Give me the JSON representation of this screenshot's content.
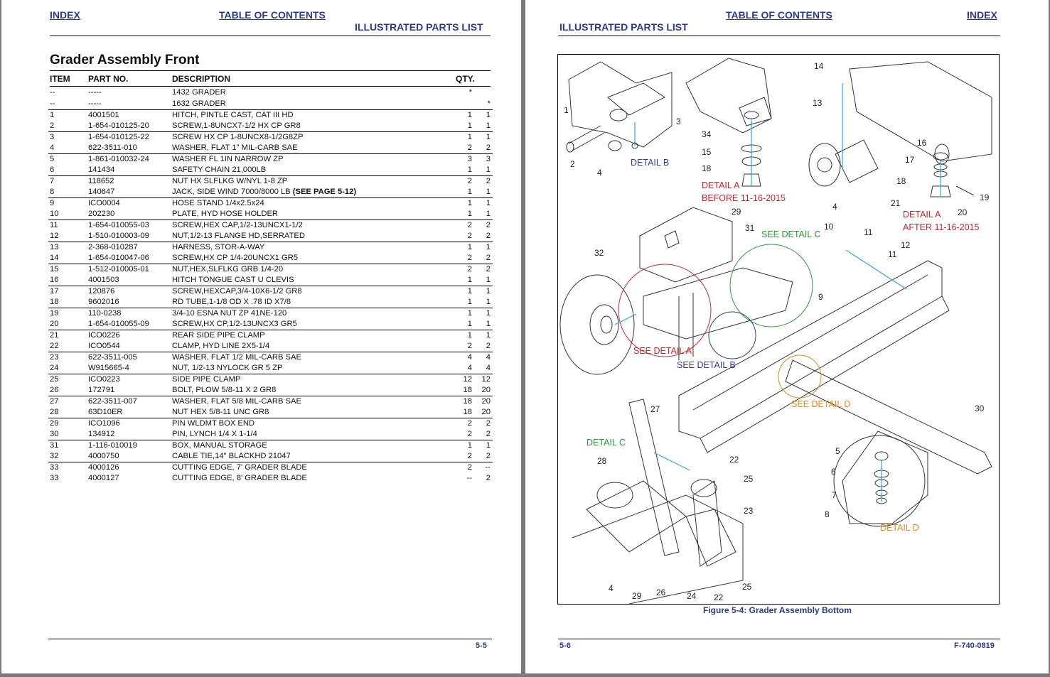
{
  "left_page": {
    "nav_index": "INDEX",
    "nav_toc": "TABLE OF CONTENTS",
    "section": "ILLUSTRATED PARTS LIST",
    "title": "Grader Assembly Front",
    "columns": {
      "item": "ITEM",
      "part": "PART NO.",
      "desc": "DESCRIPTION",
      "qty": "QTY."
    },
    "rows": [
      {
        "item": "--",
        "part": "-----",
        "desc": "1432 GRADER",
        "note": "",
        "q1": "*",
        "q2": "",
        "line": false
      },
      {
        "item": "--",
        "part": "-----",
        "desc": "1632 GRADER",
        "note": "",
        "q1": "",
        "q2": "*",
        "line": false
      },
      {
        "item": "1",
        "part": "4001501",
        "desc": "HITCH, PINTLE CAST, CAT III HD",
        "note": "",
        "q1": "1",
        "q2": "1",
        "line": true
      },
      {
        "item": "2",
        "part": "1-654-010125-20",
        "desc": "SCREW,1-8UNCX7-1/2 HX CP GR8",
        "note": "",
        "q1": "1",
        "q2": "1",
        "line": false
      },
      {
        "item": "3",
        "part": "1-654-010125-22",
        "desc": "SCREW HX CP 1-8UNCX8-1/2G8ZP",
        "note": "",
        "q1": "1",
        "q2": "1",
        "line": true
      },
      {
        "item": "4",
        "part": "622-3511-010",
        "desc": "WASHER, FLAT 1\" MIL-CARB SAE",
        "note": "",
        "q1": "2",
        "q2": "2",
        "line": false
      },
      {
        "item": "5",
        "part": "1-861-010032-24",
        "desc": "WASHER FL 1IN NARROW ZP",
        "note": "",
        "q1": "3",
        "q2": "3",
        "line": true
      },
      {
        "item": "6",
        "part": "141434",
        "desc": "SAFETY CHAIN 21,000LB",
        "note": "",
        "q1": "1",
        "q2": "1",
        "line": false
      },
      {
        "item": "7",
        "part": "118652",
        "desc": "NUT HX SLFLKG W/NYL 1-8 ZP",
        "note": "",
        "q1": "2",
        "q2": "2",
        "line": true
      },
      {
        "item": "8",
        "part": "140647",
        "desc": "JACK, SIDE WIND 7000/8000 LB ",
        "note": "(SEE PAGE 5-12)",
        "q1": "1",
        "q2": "1",
        "line": false
      },
      {
        "item": "9",
        "part": "ICO0004",
        "desc": "HOSE STAND  1/4x2.5x24",
        "note": "",
        "q1": "1",
        "q2": "1",
        "line": true
      },
      {
        "item": "10",
        "part": "202230",
        "desc": "PLATE, HYD HOSE HOLDER",
        "note": "",
        "q1": "1",
        "q2": "1",
        "line": false
      },
      {
        "item": "11",
        "part": "1-654-010055-03",
        "desc": "SCREW,HEX CAP,1/2-13UNCX1-1/2",
        "note": "",
        "q1": "2",
        "q2": "2",
        "line": true
      },
      {
        "item": "12",
        "part": "1-510-010003-09",
        "desc": "NUT,1/2-13 FLANGE HD,SERRATED",
        "note": "",
        "q1": "2",
        "q2": "2",
        "line": false
      },
      {
        "item": "13",
        "part": "2-368-010287",
        "desc": "HARNESS, STOR-A-WAY",
        "note": "",
        "q1": "1",
        "q2": "1",
        "line": true
      },
      {
        "item": "14",
        "part": "1-654-010047-06",
        "desc": "SCREW,HX CP 1/4-20UNCX1 GR5",
        "note": "",
        "q1": "2",
        "q2": "2",
        "line": false
      },
      {
        "item": "15",
        "part": "1-512-010005-01",
        "desc": "NUT,HEX,SLFLKG GRB 1/4-20",
        "note": "",
        "q1": "2",
        "q2": "2",
        "line": true
      },
      {
        "item": "16",
        "part": "4001503",
        "desc": "HITCH TONGUE CAST U CLEVIS",
        "note": "",
        "q1": "1",
        "q2": "1",
        "line": false
      },
      {
        "item": "17",
        "part": "120876",
        "desc": "SCREW,HEXCAP,3/4-10X6-1/2 GR8",
        "note": "",
        "q1": "1",
        "q2": "1",
        "line": true
      },
      {
        "item": "18",
        "part": "9602016",
        "desc": "RD TUBE,1-1/8 OD X .78 ID X7/8",
        "note": "",
        "q1": "1",
        "q2": "1",
        "line": false
      },
      {
        "item": "19",
        "part": "110-0238",
        "desc": "3/4-10 ESNA NUT ZP 41NE-120",
        "note": "",
        "q1": "1",
        "q2": "1",
        "line": true
      },
      {
        "item": "20",
        "part": "1-654-010055-09",
        "desc": "SCREW,HX CP,1/2-13UNCX3 GR5",
        "note": "",
        "q1": "1",
        "q2": "1",
        "line": false
      },
      {
        "item": "21",
        "part": "ICO0226",
        "desc": "REAR SIDE PIPE CLAMP",
        "note": "",
        "q1": "1",
        "q2": "1",
        "line": true
      },
      {
        "item": "22",
        "part": "ICO0544",
        "desc": "CLAMP, HYD LINE 2X5-1/4",
        "note": "",
        "q1": "2",
        "q2": "2",
        "line": false
      },
      {
        "item": "23",
        "part": "622-3511-005",
        "desc": "WASHER, FLAT 1/2 MIL-CARB SAE",
        "note": "",
        "q1": "4",
        "q2": "4",
        "line": true
      },
      {
        "item": "24",
        "part": "W915665-4",
        "desc": "NUT, 1/2-13 NYLOCK GR 5 ZP",
        "note": "",
        "q1": "4",
        "q2": "4",
        "line": false
      },
      {
        "item": "25",
        "part": "ICO0223",
        "desc": "SIDE PIPE CLAMP",
        "note": "",
        "q1": "12",
        "q2": "12",
        "line": true
      },
      {
        "item": "26",
        "part": "172791",
        "desc": "BOLT, PLOW 5/8-11 X 2 GR8",
        "note": "",
        "q1": "18",
        "q2": "20",
        "line": false
      },
      {
        "item": "27",
        "part": "622-3511-007",
        "desc": "WASHER, FLAT 5/8 MIL-CARB SAE",
        "note": "",
        "q1": "18",
        "q2": "20",
        "line": true
      },
      {
        "item": "28",
        "part": "63D10ER",
        "desc": "NUT HEX 5/8-11 UNC  GR8",
        "note": "",
        "q1": "18",
        "q2": "20",
        "line": false
      },
      {
        "item": "29",
        "part": "ICO1096",
        "desc": "PIN WLDMT BOX END",
        "note": "",
        "q1": "2",
        "q2": "2",
        "line": true
      },
      {
        "item": "30",
        "part": "134912",
        "desc": "PIN, LYNCH 1/4 X 1-1/4",
        "note": "",
        "q1": "2",
        "q2": "2",
        "line": false
      },
      {
        "item": "31",
        "part": "1-116-010019",
        "desc": "BOX, MANUAL STORAGE",
        "note": "",
        "q1": "1",
        "q2": "1",
        "line": true
      },
      {
        "item": "32",
        "part": "4000750",
        "desc": "CABLE TIE,14\"  BLACKHD  21047",
        "note": "",
        "q1": "2",
        "q2": "2",
        "line": false
      },
      {
        "item": "33",
        "part": "4000126",
        "desc": "CUTTING EDGE, 7' GRADER BLADE",
        "note": "",
        "q1": "2",
        "q2": "--",
        "line": true
      },
      {
        "item": "33",
        "part": "4000127",
        "desc": "CUTTING EDGE, 8' GRADER BLADE",
        "note": "",
        "q1": "--",
        "q2": "2",
        "line": false
      }
    ],
    "page_number": "5-5"
  },
  "right_page": {
    "nav_toc": "TABLE OF CONTENTS",
    "nav_index": "INDEX",
    "section": "ILLUSTRATED PARTS LIST",
    "figure_labels": {
      "detail_b": "DETAIL B",
      "detail_a_before_1": "DETAIL A",
      "detail_a_before_2": "BEFORE 11-16-2015",
      "detail_a_after_1": "DETAIL A",
      "detail_a_after_2": "AFTER 11-16-2015",
      "see_detail_c": "SEE DETAIL C",
      "see_detail_a": "SEE DETAIL A",
      "see_detail_b": "SEE DETAIL B",
      "see_detail_d": "SEE DETAIL D",
      "detail_c": "DETAIL C",
      "detail_d": "DETAIL D"
    },
    "callouts": [
      "1",
      "2",
      "3",
      "4",
      "34",
      "15",
      "18",
      "14",
      "13",
      "16",
      "17",
      "18",
      "19",
      "20",
      "21",
      "4",
      "29",
      "31",
      "32",
      "10",
      "11",
      "11",
      "12",
      "9",
      "27",
      "28",
      "30",
      "22",
      "25",
      "23",
      "5",
      "6",
      "7",
      "8",
      "4",
      "29",
      "26",
      "24",
      "22",
      "25"
    ],
    "figure_caption": "Figure 5-4:  Grader Assembly Bottom",
    "page_number": "5-6",
    "doc_number": "F-740-0819"
  },
  "colors": {
    "nav": "#2b3a8f",
    "detail_red": "#d3232a",
    "detail_green": "#2a9a3a",
    "detail_blue": "#2e3f94",
    "detail_orange": "#e08a20",
    "leader_cyan": "#2aa9e0"
  }
}
